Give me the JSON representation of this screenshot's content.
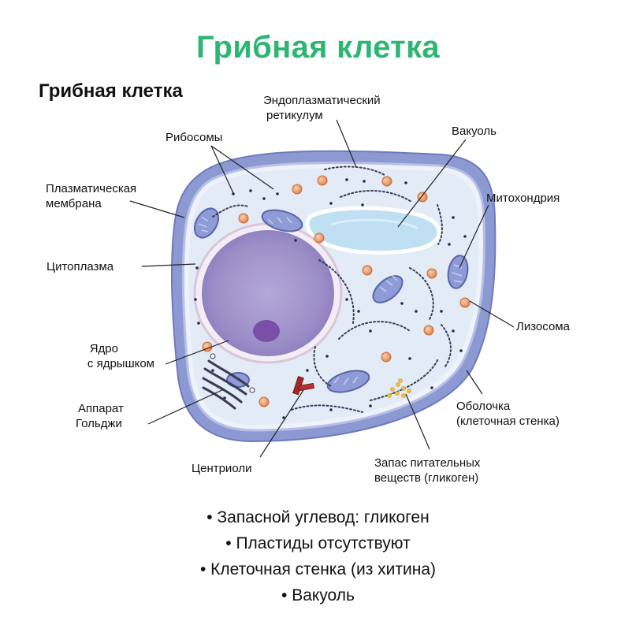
{
  "title": "Грибная клетка",
  "subtitle": "Грибная клетка",
  "labels": {
    "er": [
      "Эндоплазматический",
      "ретикулум"
    ],
    "ribosomes": "Рибосомы",
    "vacuole": "Вакуоль",
    "membrane": [
      "Плазматическая",
      "мембрана"
    ],
    "mitochondria": "Митохондрия",
    "cytoplasm": "Цитоплазма",
    "lysosome": "Лизосома",
    "nucleus": [
      "Ядро",
      "с ядрышком"
    ],
    "golgi": [
      "Аппарат",
      "Гольджи"
    ],
    "wall": [
      "Оболочка",
      "(клеточная стенка)"
    ],
    "centrioles": "Центриоли",
    "glycogen": [
      "Запас питательных",
      "веществ (гликоген)"
    ]
  },
  "bullets": [
    "• Запасной углевод: гликоген",
    "• Пластиды отсутствуют",
    "• Клеточная стенка (из хитина)",
    "• Вакуоль"
  ],
  "colors": {
    "title": "#2db673",
    "wall": "#7b88c8",
    "cytoplasm": "#e6edf8",
    "nucleus": "#9a8cc6",
    "vacuole": "#c5e3f4",
    "lysosome": "#e49a6a"
  }
}
